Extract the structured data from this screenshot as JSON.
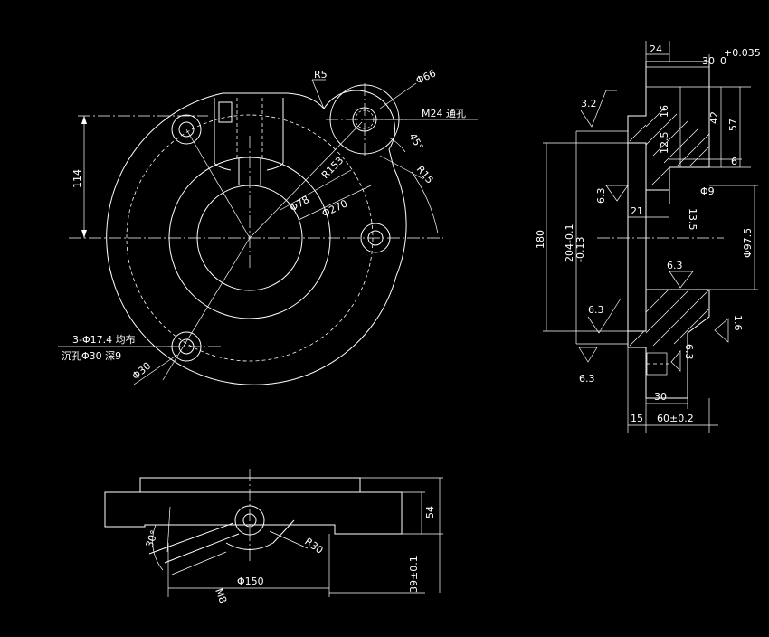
{
  "colors": {
    "background": "#000000",
    "line": "#ffffff"
  },
  "front_view": {
    "dim_r5": "R5",
    "dim_phi66": "Φ66",
    "dim_m24": "M24 通孔",
    "dim_45deg": "45°",
    "dim_r15": "R15",
    "dim_r153": "R153",
    "dim_phi78": "Φ78",
    "dim_phi270": "Φ270",
    "dim_114": "114",
    "hole_note_line1": "3-Φ17.4 均布",
    "hole_note_line2": "沉孔Φ30 深9",
    "dim_phi30": "Φ30"
  },
  "section_view": {
    "dim_24": "24",
    "dim_30_tol": "30",
    "dim_30_tol_sup": "+0.035",
    "dim_30_tol_sub": "0",
    "rough_3_2": "3.2",
    "dim_16": "16",
    "dim_42": "42",
    "dim_57": "57",
    "dim_12_5": "12.5",
    "dim_6": "6",
    "rough_6_3_a": "6.3",
    "dim_phi9": "Φ9",
    "dim_13_5": "13.5",
    "dim_21": "21",
    "dim_180": "180",
    "dim_204": "204-0.1",
    "dim_204_sub": "-0.13",
    "dim_phi97_5": "Φ97.5",
    "rough_6_3_b": "6.3",
    "rough_6_3_c": "6.3",
    "rough_6_3_d": "6.3",
    "rough_1_6": "1.6",
    "rough_6_3_e": "6.3",
    "dim_30_b": "30",
    "dim_15": "15",
    "dim_60": "60±0.2"
  },
  "bottom_view": {
    "dim_30deg": "30°",
    "dim_r30": "R30",
    "dim_m8": "M8",
    "dim_phi150": "Φ150",
    "dim_54": "54",
    "dim_39": "39±0.1"
  }
}
